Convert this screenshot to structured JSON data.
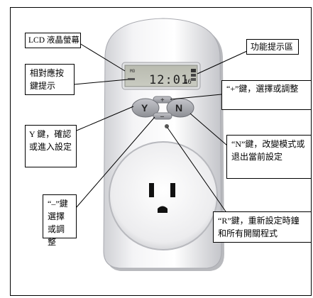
{
  "device": {
    "lcd_time": "12:01",
    "lcd_seconds": "46",
    "lcd_mode_top": "MO",
    "button_y": "Y",
    "button_n": "N",
    "button_plus": "+",
    "button_minus": "–"
  },
  "labels": {
    "lcd": "LCD 液晶螢幕",
    "function_area": "功能提示區",
    "relative_key": "相對應按鍵提示",
    "plus_key": "“+”鍵，選擇或調整",
    "y_key": "Y 鍵，確認或進入設定",
    "n_key": "“N”鍵，改變模式或退出當前設定",
    "minus_key": "“–”鍵選擇或調整",
    "r_key": "“R”鍵，重新設定時鐘和所有開關程式"
  }
}
